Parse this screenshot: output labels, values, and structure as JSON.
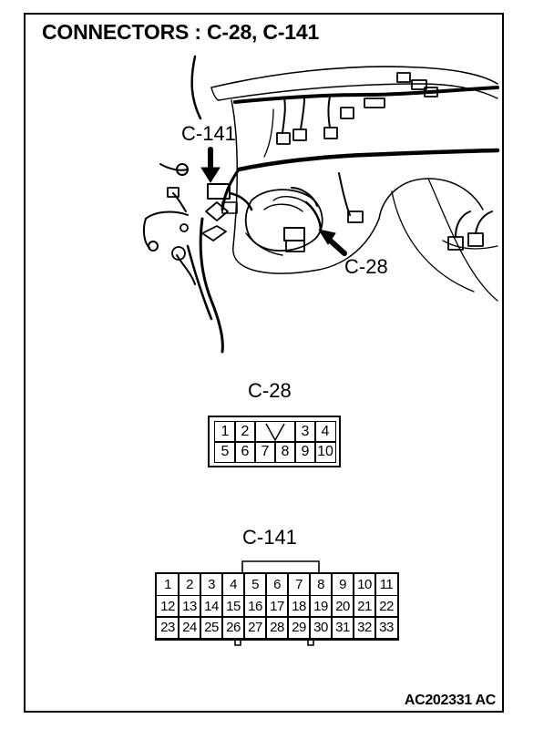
{
  "title": "CONNECTORS : C-28, C-141",
  "callouts": {
    "c141": "C-141",
    "c28": "C-28"
  },
  "connectors": {
    "c28": {
      "label": "C-28",
      "top_row": [
        "1",
        "2",
        "",
        "3",
        "4"
      ],
      "bottom_row": [
        "5",
        "6",
        "7",
        "8",
        "9",
        "10"
      ]
    },
    "c141": {
      "label": "C-141",
      "rows": [
        [
          "1",
          "2",
          "3",
          "4",
          "5",
          "6",
          "7",
          "8",
          "9",
          "10",
          "11"
        ],
        [
          "12",
          "13",
          "14",
          "15",
          "16",
          "17",
          "18",
          "19",
          "20",
          "21",
          "22"
        ],
        [
          "23",
          "24",
          "25",
          "26",
          "27",
          "28",
          "29",
          "30",
          "31",
          "32",
          "33"
        ]
      ]
    }
  },
  "figure_code": "AC202331 AC"
}
